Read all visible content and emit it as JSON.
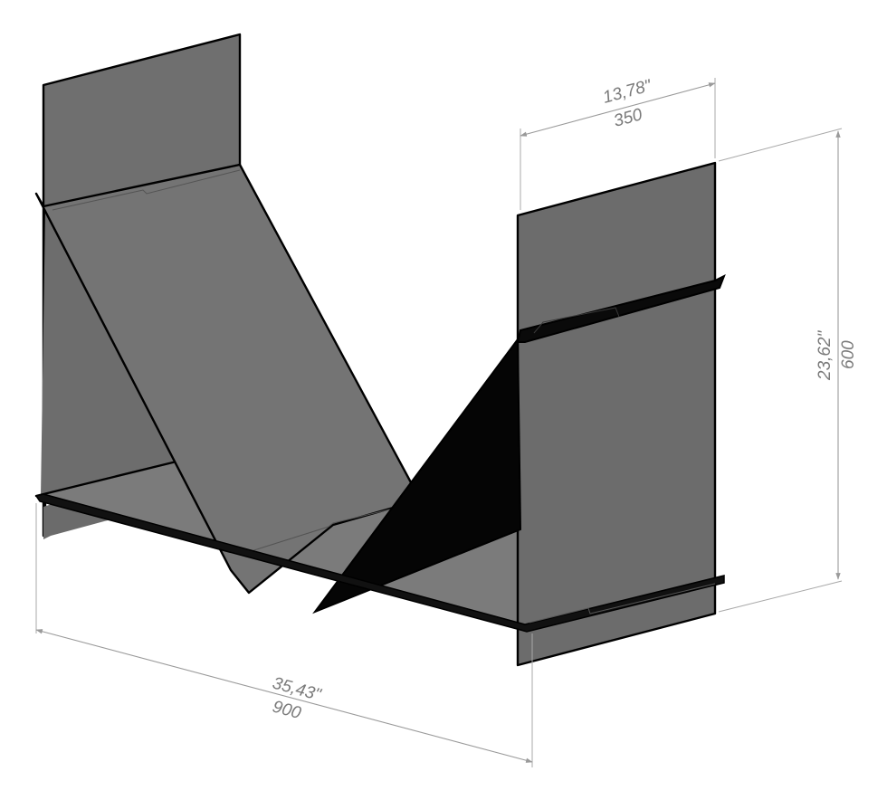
{
  "drawing": {
    "dimensions": {
      "depth": {
        "inches": "13,78\"",
        "mm": "350"
      },
      "height": {
        "inches": "23,62\"",
        "mm": "600"
      },
      "width": {
        "inches": "35,43\"",
        "mm": "900"
      }
    },
    "colors": {
      "panel": "#6e6e6e",
      "panel_light": "#7b7b7b",
      "edge": "#000000",
      "dimension": "#9a9a9a"
    }
  }
}
